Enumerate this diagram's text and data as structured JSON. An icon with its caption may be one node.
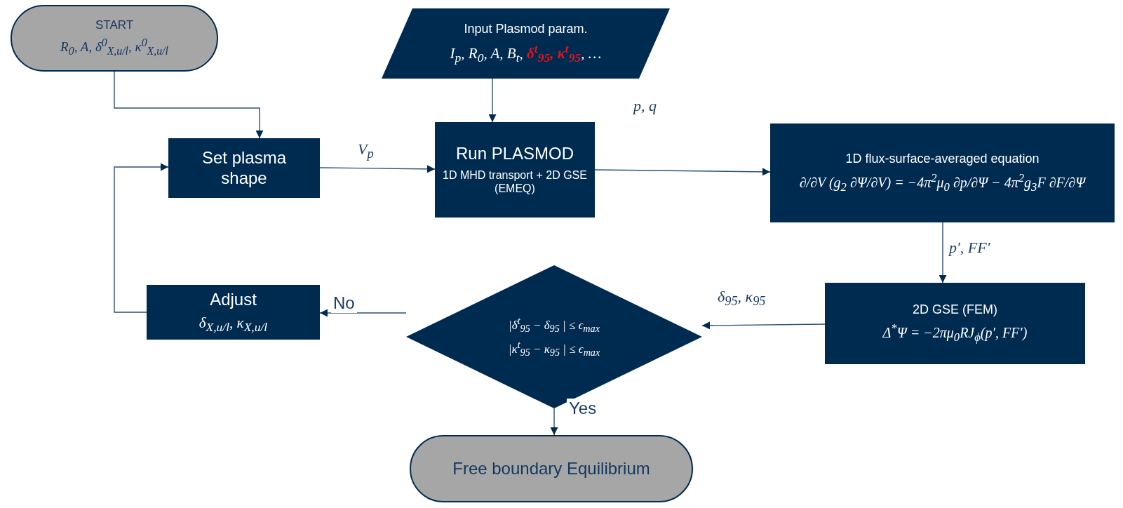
{
  "diagram": {
    "nodes": [
      {
        "text": [
          "START",
          "R$_{0}$, A, δ$^{0}$$_{X,u/l}$, κ$^{0}$$_{X,u/l}$"
        ]
      },
      {
        "text": [
          "Input Plasmod param.",
          "I$_{p}$, R$_{0}$, A, B$_{t}$, **δ$^{t}$$_{95}$, κ$^{t}$$_{95}$**, …"
        ]
      },
      {
        "text": [
          "Set plasma shape"
        ]
      },
      {
        "text": [
          "Run PLASMOD",
          "1D MHD transport + 2D GSE (EMEQ)"
        ]
      },
      {
        "text": [
          "1D flux-surface-averaged equation",
          "∂/∂V (g$_{2}$ ∂Ψ/∂V) = −4π$^{2}$μ$_{0}$ ∂p/∂Ψ − 4π$^{2}$g$_{3}$F ∂F/∂Ψ"
        ]
      },
      {
        "text": [
          "2D GSE (FEM)",
          "Δ$^{*}$Ψ = −2πμ$_{0}$RJ$_{ϕ}$(p′, FF′)"
        ]
      },
      {
        "text": [
          "|δ$^{t}$$_{95}$ − δ$_{95}$ | ≤ ϵ$_{max}$",
          "|κ$^{t}$$_{95}$ − κ$_{95}$ | ≤ ϵ$_{max}$"
        ]
      },
      {
        "text": [
          "Adjust",
          "δ$_{X,u/l}$, κ$_{X,u/l}$"
        ]
      },
      {
        "text": [
          "Free boundary Equilibrium"
        ]
      }
    ],
    "edges": [
      {
        "from": 0,
        "to": 2,
        "arrow": "to"
      },
      {
        "from": 1,
        "to": 3,
        "arrow": "to"
      },
      {
        "from": 2,
        "to": 3,
        "arrow": "to",
        "label": "V$_{p}$"
      },
      {
        "from": 3,
        "to": 4,
        "arrow": "to",
        "label": "p, q"
      },
      {
        "from": 4,
        "to": 5,
        "arrow": "to",
        "label": "p′, FF′"
      },
      {
        "from": 5,
        "to": 6,
        "arrow": "to",
        "label": "δ$_{95}$, κ$_{95}$"
      },
      {
        "from": 6,
        "to": 7,
        "arrow": "to",
        "label": "No"
      },
      {
        "from": 6,
        "to": 8,
        "arrow": "to",
        "label": "Yes"
      },
      {
        "from": 7,
        "to": 2,
        "arrow": "to"
      }
    ]
  }
}
